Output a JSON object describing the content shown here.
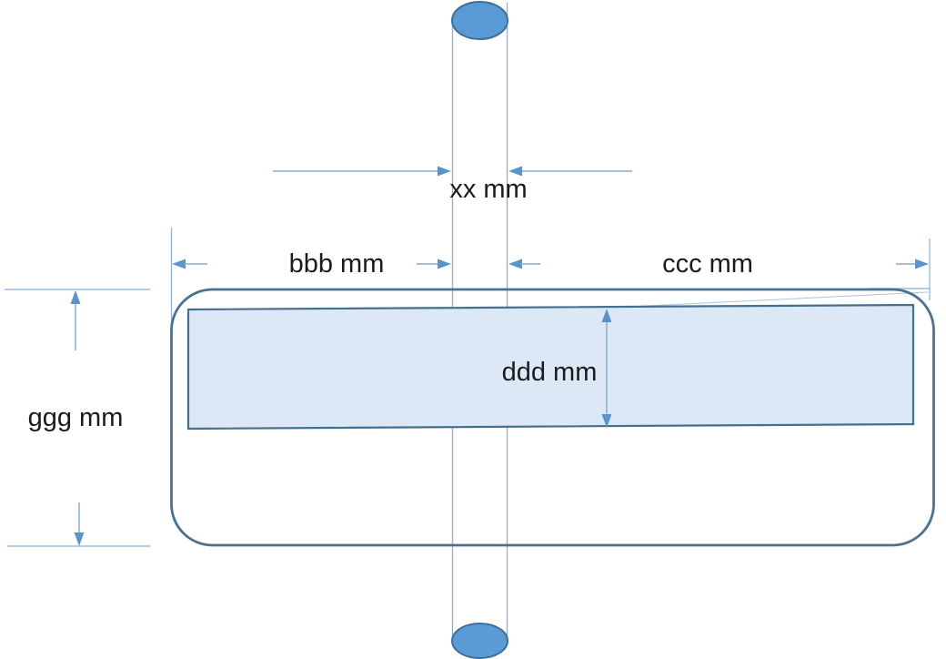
{
  "diagram": {
    "title": "rod-and-housing dimension drawing",
    "labels": {
      "xx": "xx mm",
      "bbb": "bbb mm",
      "ccc": "ccc mm",
      "ddd": "ddd mm",
      "ggg": "ggg mm"
    },
    "colors": {
      "dimension_line": "#85a9d4",
      "extension_line": "#8badd6",
      "rod_line": "#8badd6",
      "arrowhead": "#5b94cd",
      "shape_outline": "#4b7191",
      "plate_outline": "#44708f",
      "inner_fill": "#dce8f5",
      "ellipse_fill": "#5b9bd5",
      "ellipse_stroke": "#3e6d9e",
      "faint_line": "#a9c4e2",
      "label_text": "#1b1b1b"
    }
  }
}
